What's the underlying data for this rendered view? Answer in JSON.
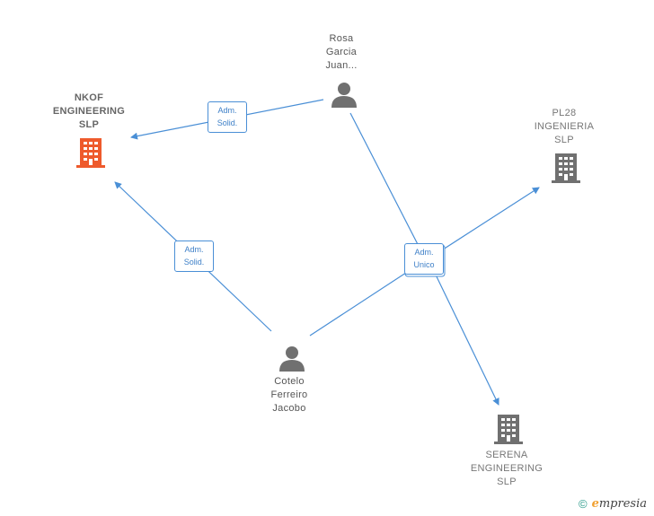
{
  "nodes": {
    "nkof": {
      "lines": [
        "NKOF",
        "ENGINEERING",
        "SLP"
      ],
      "kind": "company",
      "color": "#ee5a2c"
    },
    "rosa": {
      "lines": [
        "Rosa",
        "Garcia",
        "Juan..."
      ],
      "kind": "person",
      "color": "#707070"
    },
    "pl28": {
      "lines": [
        "PL28",
        "INGENIERIA",
        "SLP"
      ],
      "kind": "company",
      "color": "#707070"
    },
    "cotelo": {
      "lines": [
        "Cotelo",
        "Ferreiro",
        "Jacobo"
      ],
      "kind": "person",
      "color": "#707070"
    },
    "serena": {
      "lines": [
        "SERENA",
        "ENGINEERING",
        "SLP"
      ],
      "kind": "company",
      "color": "#707070"
    }
  },
  "edges": [
    {
      "from": "rosa",
      "to": "nkof",
      "label": [
        "Adm.",
        "Solid."
      ]
    },
    {
      "from": "cotelo",
      "to": "nkof",
      "label": [
        "Adm.",
        "Solid."
      ]
    },
    {
      "from": "rosa",
      "to": "serena",
      "label": [
        "Adm.",
        "Unico"
      ]
    },
    {
      "from": "cotelo",
      "to": "pl28",
      "label": [
        "Adm.",
        "Unico"
      ]
    }
  ],
  "colors": {
    "edge": "#4a8fd6",
    "highlight": "#ee5a2c",
    "node": "#707070"
  },
  "footer": {
    "copyright": "©",
    "brand_initial": "e",
    "brand_rest": "mpresia"
  }
}
